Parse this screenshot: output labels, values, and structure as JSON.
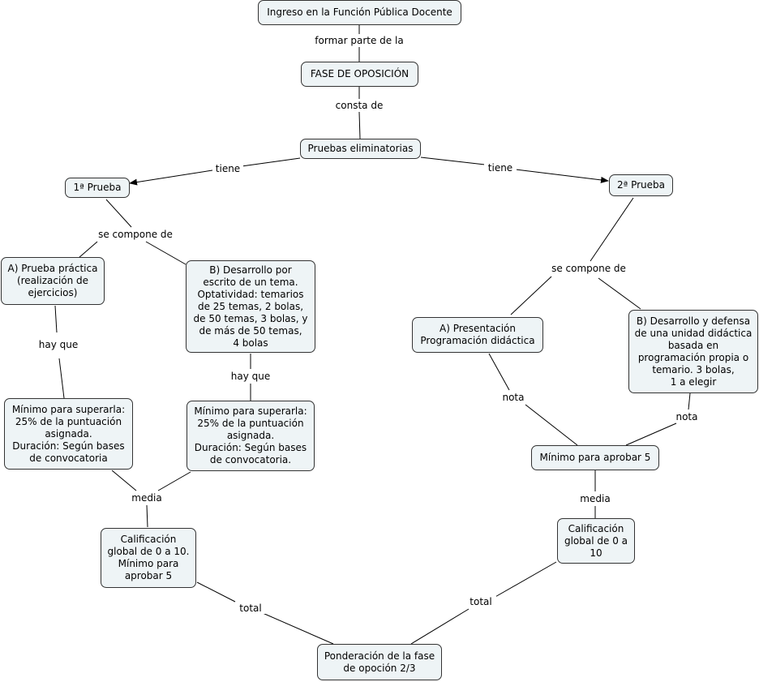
{
  "nodes": {
    "ingreso": "Ingreso en la Función Pública Docente",
    "fase": "FASE DE OPOSICIÓN",
    "pruebas": "Pruebas eliminatorias",
    "prueba1": "1ª Prueba",
    "prueba2": "2ª Prueba",
    "prueba_practica": "A) Prueba práctica\n(realización de\nejercicios)",
    "desarrollo_escrito": "B) Desarrollo por\nescrito de un tema.\nOptatividad: temarios\nde 25 temas, 2 bolas,\nde 50 temas, 3 bolas, y\nde más de 50 temas,\n4 bolas",
    "minimo_a": "Mínimo para superarla:\n25% de la puntuación\nasignada.\nDuración: Según bases\nde convocatoria",
    "minimo_b": "Mínimo para superarla:\n25% de la puntuación\nasignada.\nDuración: Según bases\nde convocatoria.",
    "calif1": "Calificación\nglobal de 0 a 10.\nMínimo para\naprobar 5",
    "presentacion": "A) Presentación\nProgramación didáctica",
    "defensa": "B) Desarrollo y defensa\nde una unidad didáctica\nbasada en\nprogramación propia o\ntemario. 3 bolas,\n1 a elegir",
    "minimo5": "Mínimo para aprobar 5",
    "calif2": "Calificación\nglobal de 0 a\n10",
    "ponderacion": "Ponderación de la fase\nde opoción 2/3"
  },
  "links": {
    "formar": "formar parte de la",
    "consta": "consta de",
    "tiene_left": "tiene",
    "tiene_right": "tiene",
    "compone_left": "se compone de",
    "compone_right": "se compone de",
    "hayque_a": "hay que",
    "hayque_b": "hay que",
    "media_left": "media",
    "nota_a": "nota",
    "nota_b": "nota",
    "media_right": "media",
    "total_left": "total",
    "total_right": "total"
  },
  "colors": {
    "node_fill": "#eef4f6",
    "node_border": "#333333",
    "line": "#000000"
  }
}
